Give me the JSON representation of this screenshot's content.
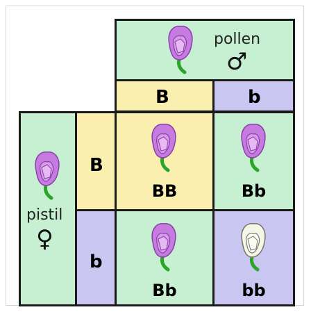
{
  "colors": {
    "green": "#c6f0d1",
    "yellow": "#fbefb0",
    "blue": "#c9c7f2",
    "purple_petal": "#c67be0",
    "white_petal": "#f5f5e8",
    "stem": "#2aa52a",
    "border": "#1a1a1a"
  },
  "pollen": {
    "label": "pollen",
    "symbol": "♂",
    "alleles": [
      "B",
      "b"
    ]
  },
  "pistil": {
    "label": "pistil",
    "symbol": "♀",
    "alleles": [
      "B",
      "b"
    ]
  },
  "offspring": [
    {
      "genotype": "BB",
      "flower": "purple"
    },
    {
      "genotype": "Bb",
      "flower": "purple"
    },
    {
      "genotype": "Bb",
      "flower": "purple"
    },
    {
      "genotype": "bb",
      "flower": "white"
    }
  ]
}
